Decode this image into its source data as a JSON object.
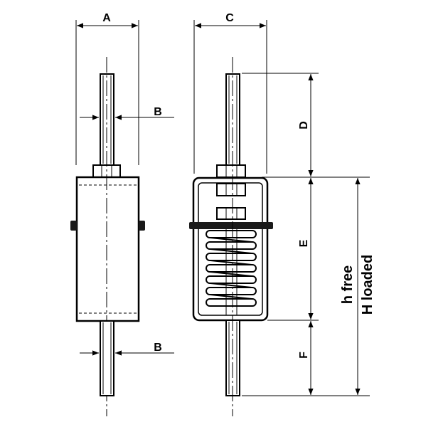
{
  "diagram": {
    "labels": {
      "a": "A",
      "b_top": "B",
      "b_bottom": "B",
      "c": "C",
      "d": "D",
      "e": "E",
      "f": "F",
      "h_free": "h free",
      "h_loaded": "H loaded"
    },
    "colors": {
      "ink": "#000000",
      "paper": "#ffffff",
      "insert": "#1a1a1a"
    }
  }
}
